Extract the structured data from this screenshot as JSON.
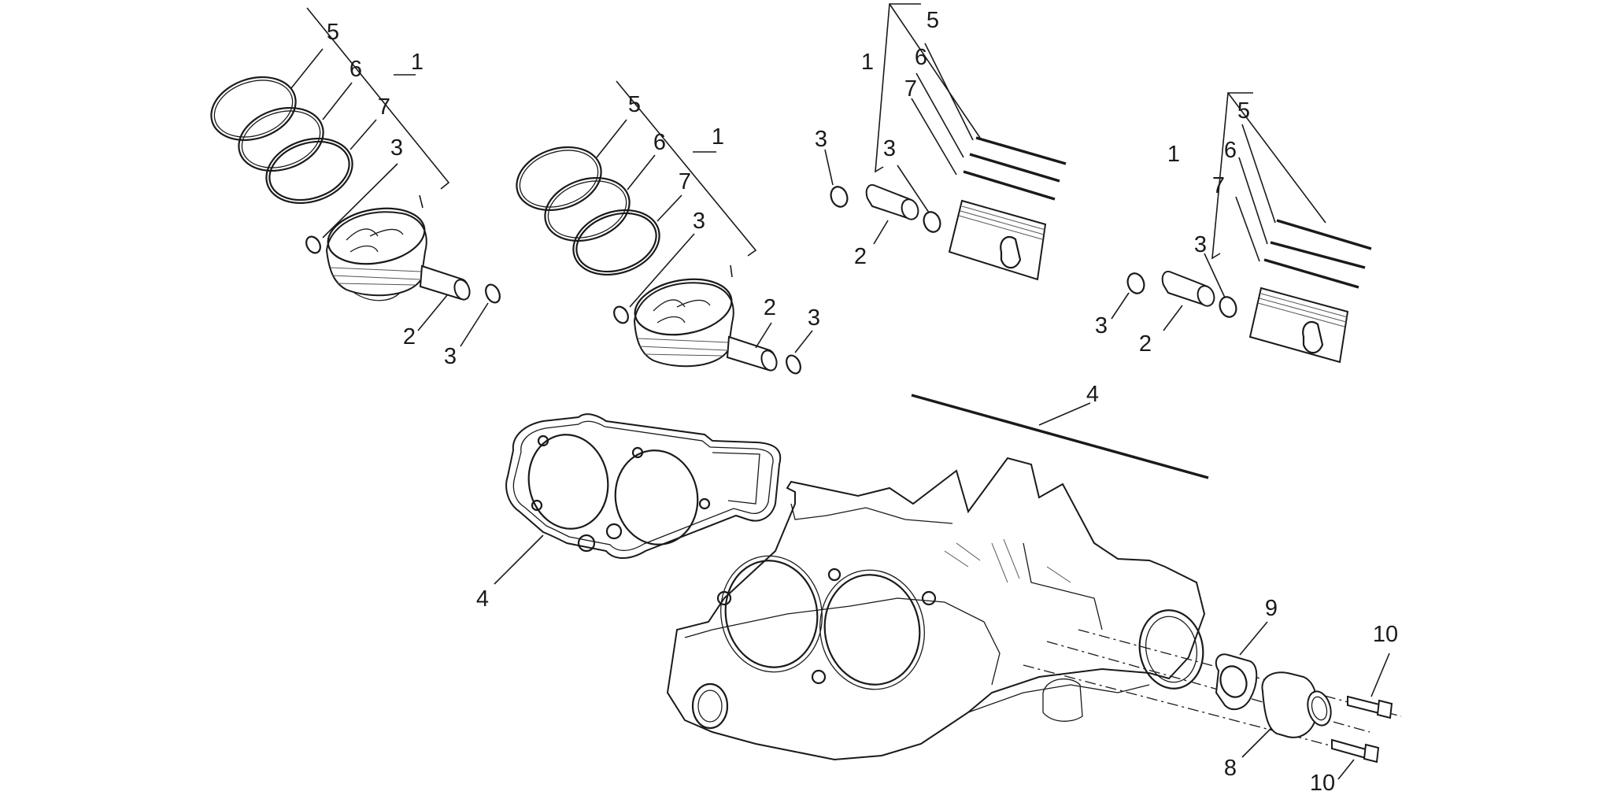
{
  "callouts": [
    {
      "id": "c1",
      "label": "5"
    },
    {
      "id": "c2",
      "label": "6"
    },
    {
      "id": "c3",
      "label": "1"
    },
    {
      "id": "c4",
      "label": "7"
    },
    {
      "id": "c5",
      "label": "3"
    },
    {
      "id": "c6",
      "label": "2"
    },
    {
      "id": "c7",
      "label": "3"
    },
    {
      "id": "c8",
      "label": "5"
    },
    {
      "id": "c9",
      "label": "6"
    },
    {
      "id": "c10",
      "label": "1"
    },
    {
      "id": "c11",
      "label": "7"
    },
    {
      "id": "c12",
      "label": "3"
    },
    {
      "id": "c13",
      "label": "2"
    },
    {
      "id": "c14",
      "label": "3"
    },
    {
      "id": "c15",
      "label": "5"
    },
    {
      "id": "c16",
      "label": "6"
    },
    {
      "id": "c17",
      "label": "1"
    },
    {
      "id": "c18",
      "label": "7"
    },
    {
      "id": "c19",
      "label": "3"
    },
    {
      "id": "c20",
      "label": "3"
    },
    {
      "id": "c21",
      "label": "2"
    },
    {
      "id": "c22",
      "label": "5"
    },
    {
      "id": "c23",
      "label": "1"
    },
    {
      "id": "c24",
      "label": "6"
    },
    {
      "id": "c25",
      "label": "7"
    },
    {
      "id": "c26",
      "label": "3"
    },
    {
      "id": "c27",
      "label": "3"
    },
    {
      "id": "c28",
      "label": "2"
    },
    {
      "id": "c29",
      "label": "4"
    },
    {
      "id": "c30",
      "label": "4"
    },
    {
      "id": "c31",
      "label": "9"
    },
    {
      "id": "c32",
      "label": "10"
    },
    {
      "id": "c33",
      "label": "8"
    },
    {
      "id": "c34",
      "label": "10"
    }
  ]
}
